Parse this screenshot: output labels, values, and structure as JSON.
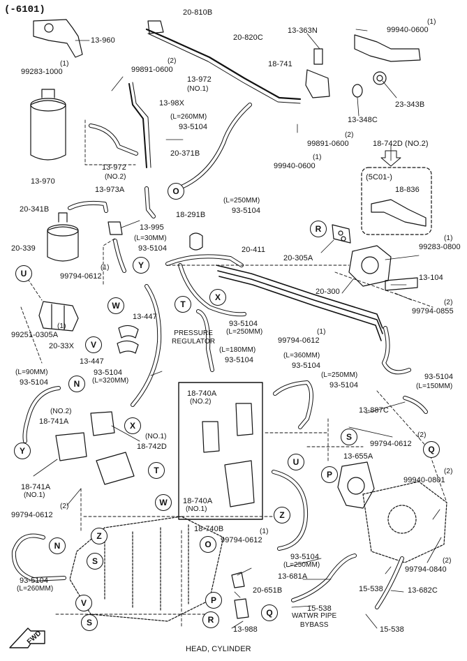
{
  "header": {
    "code": "(-6101)"
  },
  "parts": {
    "p20_810b": "20-810B",
    "p13_960": "13-960",
    "p99283_1000": "99283-1000",
    "p99283_1000_qty": "(1)",
    "p99891_0600a": "99891-0600",
    "p99891_0600a_qty": "(2)",
    "p13_972_no1": "13-972",
    "p13_972_no1_sub": "(NO.1)",
    "p13_98x": "13-98X",
    "p20_820c": "20-820C",
    "p13_363n": "13-363N",
    "p18_741": "18-741",
    "p99940_0600a": "99940-0600",
    "p99940_0600a_qty": "(1)",
    "p23_343b": "23-343B",
    "p13_348c": "13-348C",
    "p99891_0600b": "99891-0600",
    "p99891_0600b_qty": "(2)",
    "p99940_0600b": "99940-0600",
    "p99940_0600b_qty": "(1)",
    "p18_742d_no2": "18-742D (NO.2)",
    "len_260a": "(L=260MM)",
    "p93_5104a": "93-5104",
    "p20_371b": "20-371B",
    "p13_970": "13-970",
    "p13_972_no2": "13-972",
    "p13_972_no2_sub": "(NO.2)",
    "p13_973a": "13-973A",
    "p5c01": "(5C01-)",
    "p18_836": "18-836",
    "p20_341b": "20-341B",
    "p13_995": "13-995",
    "len_30": "(L=30MM)",
    "p93_5104b": "93-5104",
    "p18_291b": "18-291B",
    "len_250a": "(L=250MM)",
    "p93_5104c": "93-5104",
    "p20_339": "20-339",
    "p99794_0612a": "99794-0612",
    "p99794_0612a_qty": "(1)",
    "p20_411": "20-411",
    "p20_305a": "20-305A",
    "p99283_0800": "99283-0800",
    "p99283_0800_qty": "(1)",
    "p13_104": "13-104",
    "p20_300": "20-300",
    "p99794_0855": "99794-0855",
    "p99794_0855_qty": "(2)",
    "p99251_0305a": "99251-0305A",
    "p99251_0305a_qty": "(1)",
    "p20_33x": "20-33X",
    "p13_447a": "13-447",
    "p13_447b": "13-447",
    "pressure_reg": "PRESSURE\nREGULATOR",
    "p93_5104d": "93-5104",
    "len_250b": "(L=250MM)",
    "p99794_0612b": "99794-0612",
    "p99794_0612b_qty": "(1)",
    "len_180": "(L=180MM)",
    "p93_5104e": "93-5104",
    "len_360": "(L=360MM)",
    "p93_5104f": "93-5104",
    "p93_5104g": "93-5104",
    "len_320": "(L=320MM)",
    "len_90": "(L=90MM)",
    "p93_5104h": "93-5104",
    "len_250c": "(L=250MM)",
    "p93_5104i": "93-5104",
    "len_150": "(L=150MM)",
    "p93_5104j": "93-5104",
    "p13_887c": "13-887C",
    "p18_741a_no2": "(NO.2)",
    "p18_741a_a": "18-741A",
    "p18_740a_no2": "18-740A",
    "p18_740a_no2_sub": "(NO.2)",
    "p99794_0612c": "99794-0612",
    "p99794_0612c_qty": "(2)",
    "p18_742d_no1": "(NO.1)",
    "p18_742d": "18-742D",
    "p13_655a": "13-655A",
    "p18_741a_b": "18-741A",
    "p18_741a_b_sub": "(NO.1)",
    "p99794_0612d": "99794-0612",
    "p99794_0612d_qty": "(2)",
    "p18_740a_no1": "18-740A",
    "p18_740a_no1_sub": "(NO.1)",
    "p18_740b": "18-740B",
    "p99940_0801": "99940-0801",
    "p99940_0801_qty": "(2)",
    "p99794_0612e": "99794-0612",
    "p99794_0612e_qty": "(1)",
    "p93_5104k": "93-5104",
    "len_250d": "(L=250MM)",
    "p13_681a": "13-681A",
    "p99794_0840": "99794-0840",
    "p99794_0840_qty": "(2)",
    "p93_5104l": "93-5104",
    "len_260b": "(L=260MM)",
    "p20_651b": "20-651B",
    "p15_538a": "15-538",
    "p15_538b": "15-538",
    "p15_538c": "15-538",
    "p13_682c": "13-682C",
    "p13_988": "13-988",
    "water_pipe": "WATWR PIPE\nBYBASS",
    "head_cyl": "HEAD, CYLINDER",
    "fwd": "FWD"
  },
  "callouts": {
    "O": "O",
    "R": "R",
    "U": "U",
    "W": "W",
    "T": "T",
    "X": "X",
    "Y": "Y",
    "V": "V",
    "N": "N",
    "S": "S",
    "Q": "Q",
    "P": "P",
    "Z": "Z"
  }
}
